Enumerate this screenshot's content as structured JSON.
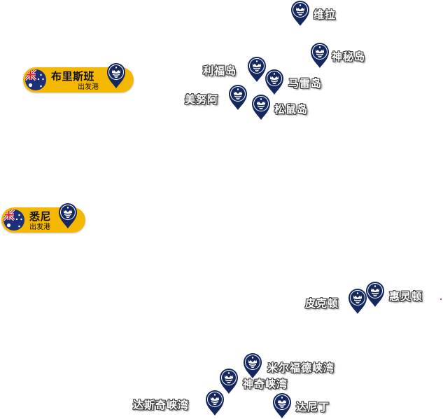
{
  "ports": [
    {
      "name": "布里斯班",
      "sub": "出发港",
      "flag": "australia-flag"
    },
    {
      "name": "悉尼",
      "sub": "出发港",
      "flag": "australia-flag"
    }
  ],
  "destinations": [
    {
      "label": "维拉"
    },
    {
      "label": "神秘岛"
    },
    {
      "label": "利福岛"
    },
    {
      "label": "马雷岛"
    },
    {
      "label": "美努阿"
    },
    {
      "label": "松鼠岛"
    },
    {
      "label": "皮克顿"
    },
    {
      "label": "惠灵顿"
    },
    {
      "label": "米尔福德峡湾"
    },
    {
      "label": "神奇峡湾"
    },
    {
      "label": "达斯奇峡湾"
    },
    {
      "label": "达尼丁"
    }
  ],
  "colors": {
    "pin": "#14275e",
    "badge": "#f5b800",
    "label_outline": "#3a3a3a"
  },
  "icons": {
    "pin": "cruise-crown-pin-icon",
    "flag": "australia-flag-icon"
  }
}
